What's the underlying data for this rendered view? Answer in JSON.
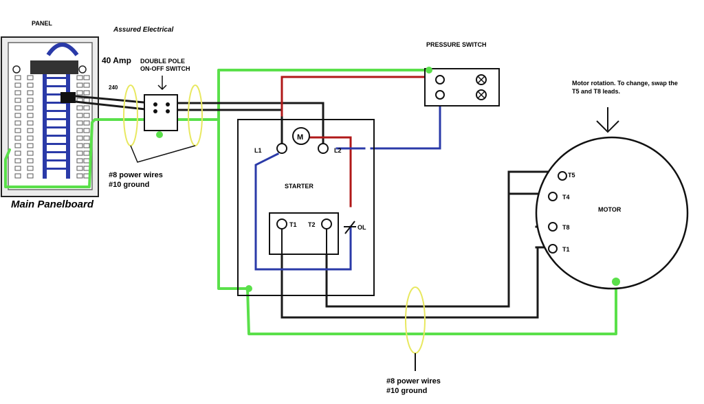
{
  "labels": {
    "panel": "PANEL",
    "assured": "Assured Electrical",
    "amp": "40 Amp",
    "switch_line1": "DOUBLE POLE",
    "switch_line2": "ON-OFF SWITCH",
    "volts": "240",
    "main_panel": "Main Panelboard",
    "power_wires_1": "#8 power wires",
    "ground_1": "#10 ground",
    "pressure_switch": "PRESSURE SWITCH",
    "motor_rotation_1": "Motor rotation. To change, swap the",
    "motor_rotation_2": "T5 and T8 leads.",
    "starter": "STARTER",
    "l1": "L1",
    "l2": "L2",
    "m": "M",
    "t1": "T1",
    "t2": "T2",
    "ol": "OL",
    "motor": "MOTOR",
    "mt5": "T5",
    "mt4": "T4",
    "mt8": "T8",
    "mt1": "T1",
    "power_wires_2": "#8 power wires",
    "ground_2": "#10 ground"
  },
  "colors": {
    "black_wire": "#1a1a1a",
    "red_wire": "#b01818",
    "blue_wire": "#2a3aa8",
    "ground_wire": "#5ae04a",
    "bundle_ring": "#e8e860"
  }
}
